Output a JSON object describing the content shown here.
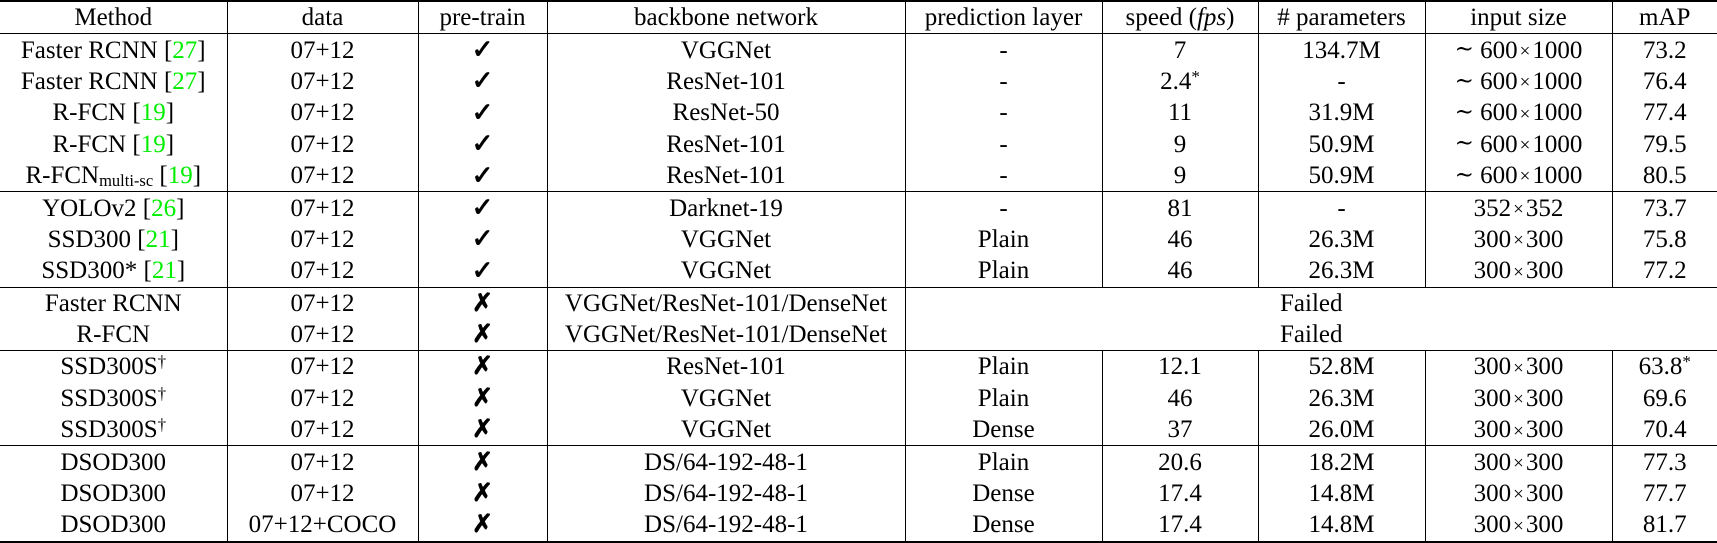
{
  "table": {
    "caption": "",
    "columns": [
      {
        "key": "method",
        "label": "Method"
      },
      {
        "key": "data",
        "label": "data"
      },
      {
        "key": "pretrain",
        "label": "pre-train"
      },
      {
        "key": "backbone",
        "label": "backbone network"
      },
      {
        "key": "prediction",
        "label": "prediction layer"
      },
      {
        "key": "speed",
        "label": "speed (fps)"
      },
      {
        "key": "params",
        "label": "# parameters"
      },
      {
        "key": "input",
        "label": "input size"
      },
      {
        "key": "map",
        "label": "mAP"
      }
    ],
    "icons": {
      "check": "✓",
      "cross": "✗",
      "tilde": "∼",
      "times": "×",
      "dagger": "†",
      "asterisk": "*",
      "dash": "-"
    },
    "colors": {
      "citation_green": "#00ee00",
      "rule_black": "#000000",
      "background": "#ffffff"
    },
    "groups": [
      {
        "rows": [
          {
            "method": "Faster RCNN",
            "citation": "[27]",
            "data": "07+12",
            "pretrain": "check",
            "backbone": "VGGNet",
            "prediction": "-",
            "speed": "7",
            "params": "134.7M",
            "input_w": "600",
            "input_h": "1000",
            "input_tilde": true,
            "map": "73.2"
          },
          {
            "method": "Faster RCNN",
            "citation": "[27]",
            "data": "07+12",
            "pretrain": "check",
            "backbone": "ResNet-101",
            "prediction": "-",
            "speed": "2.4",
            "speed_sup": "*",
            "params": "-",
            "input_w": "600",
            "input_h": "1000",
            "input_tilde": true,
            "map": "76.4"
          },
          {
            "method": "R-FCN",
            "citation": "[19]",
            "data": "07+12",
            "pretrain": "check",
            "backbone": "ResNet-50",
            "prediction": "-",
            "speed": "11",
            "params": "31.9M",
            "input_w": "600",
            "input_h": "1000",
            "input_tilde": true,
            "map": "77.4"
          },
          {
            "method": "R-FCN",
            "citation": "[19]",
            "data": "07+12",
            "pretrain": "check",
            "backbone": "ResNet-101",
            "prediction": "-",
            "speed": "9",
            "params": "50.9M",
            "input_w": "600",
            "input_h": "1000",
            "input_tilde": true,
            "map": "79.5"
          },
          {
            "method": "R-FCN",
            "method_sub": "multi-sc",
            "citation": "[19]",
            "data": "07+12",
            "pretrain": "check",
            "backbone": "ResNet-101",
            "prediction": "-",
            "speed": "9",
            "params": "50.9M",
            "input_w": "600",
            "input_h": "1000",
            "input_tilde": true,
            "map": "80.5"
          }
        ]
      },
      {
        "rows": [
          {
            "method": "YOLOv2",
            "citation": "[26]",
            "data": "07+12",
            "pretrain": "check",
            "backbone": "Darknet-19",
            "prediction": "-",
            "speed": "81",
            "params": "-",
            "input_w": "352",
            "input_h": "352",
            "input_tilde": false,
            "map": "73.7"
          },
          {
            "method": "SSD300",
            "citation": "[21]",
            "data": "07+12",
            "pretrain": "check",
            "backbone": "VGGNet",
            "prediction": "Plain",
            "speed": "46",
            "params": "26.3M",
            "input_w": "300",
            "input_h": "300",
            "input_tilde": false,
            "map": "75.8"
          },
          {
            "method": "SSD300*",
            "citation": "[21]",
            "data": "07+12",
            "pretrain": "check",
            "backbone": "VGGNet",
            "prediction": "Plain",
            "speed": "46",
            "params": "26.3M",
            "input_w": "300",
            "input_h": "300",
            "input_tilde": false,
            "map": "77.2"
          }
        ]
      },
      {
        "rows": [
          {
            "method": "Faster RCNN",
            "citation": "",
            "data": "07+12",
            "pretrain": "cross",
            "backbone": "VGGNet/ResNet-101/DenseNet",
            "span_text": "Failed"
          },
          {
            "method": "R-FCN",
            "citation": "",
            "data": "07+12",
            "pretrain": "cross",
            "backbone": "VGGNet/ResNet-101/DenseNet",
            "span_text": "Failed"
          }
        ]
      },
      {
        "rows": [
          {
            "method": "SSD300S",
            "method_sup": "†",
            "citation": "",
            "data": "07+12",
            "pretrain": "cross",
            "backbone": "ResNet-101",
            "prediction": "Plain",
            "speed": "12.1",
            "params": "52.8M",
            "input_w": "300",
            "input_h": "300",
            "input_tilde": false,
            "map": "63.8",
            "map_sup": "*"
          },
          {
            "method": "SSD300S",
            "method_sup": "†",
            "citation": "",
            "data": "07+12",
            "pretrain": "cross",
            "backbone": "VGGNet",
            "prediction": "Plain",
            "speed": "46",
            "params": "26.3M",
            "input_w": "300",
            "input_h": "300",
            "input_tilde": false,
            "map": "69.6"
          },
          {
            "method": "SSD300S",
            "method_sup": "†",
            "citation": "",
            "data": "07+12",
            "pretrain": "cross",
            "backbone": "VGGNet",
            "prediction": "Dense",
            "speed": "37",
            "params": "26.0M",
            "input_w": "300",
            "input_h": "300",
            "input_tilde": false,
            "map": "70.4"
          }
        ]
      },
      {
        "rows": [
          {
            "method": "DSOD300",
            "citation": "",
            "data": "07+12",
            "pretrain": "cross",
            "backbone": "DS/64-192-48-1",
            "prediction": "Plain",
            "speed": "20.6",
            "params": "18.2M",
            "input_w": "300",
            "input_h": "300",
            "input_tilde": false,
            "map": "77.3"
          },
          {
            "method": "DSOD300",
            "citation": "",
            "data": "07+12",
            "pretrain": "cross",
            "backbone": "DS/64-192-48-1",
            "prediction": "Dense",
            "speed": "17.4",
            "params": "14.8M",
            "input_w": "300",
            "input_h": "300",
            "input_tilde": false,
            "map": "77.7"
          },
          {
            "method": "DSOD300",
            "citation": "",
            "data": "07+12+COCO",
            "pretrain": "cross",
            "backbone": "DS/64-192-48-1",
            "prediction": "Dense",
            "speed": "17.4",
            "params": "14.8M",
            "input_w": "300",
            "input_h": "300",
            "input_tilde": false,
            "map": "81.7"
          }
        ]
      }
    ]
  }
}
